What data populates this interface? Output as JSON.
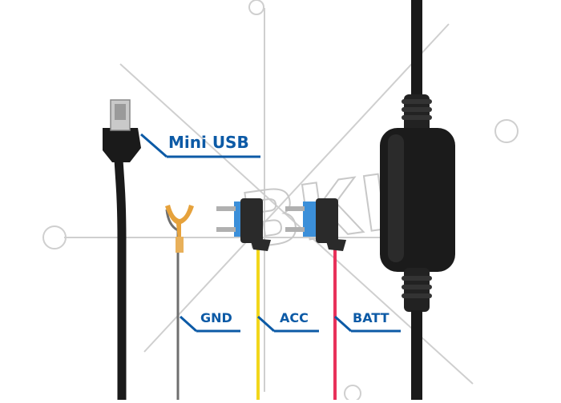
{
  "labels": {
    "mini_usb": "Mini USB",
    "gnd": "GND",
    "acc": "ACC",
    "batt": "BATT"
  },
  "watermark": {
    "text": "ВКЦ",
    "color": "#c8c8c8"
  },
  "colors": {
    "label_blue": "#0c5aa6",
    "cable_black": "#1a1a1a",
    "wire_yellow": "#f2d61b",
    "wire_red": "#e8315a",
    "wire_gray": "#7a7a7a",
    "fuse_blue": "#3b8fd9",
    "fork_terminal": "#e6a23c"
  }
}
